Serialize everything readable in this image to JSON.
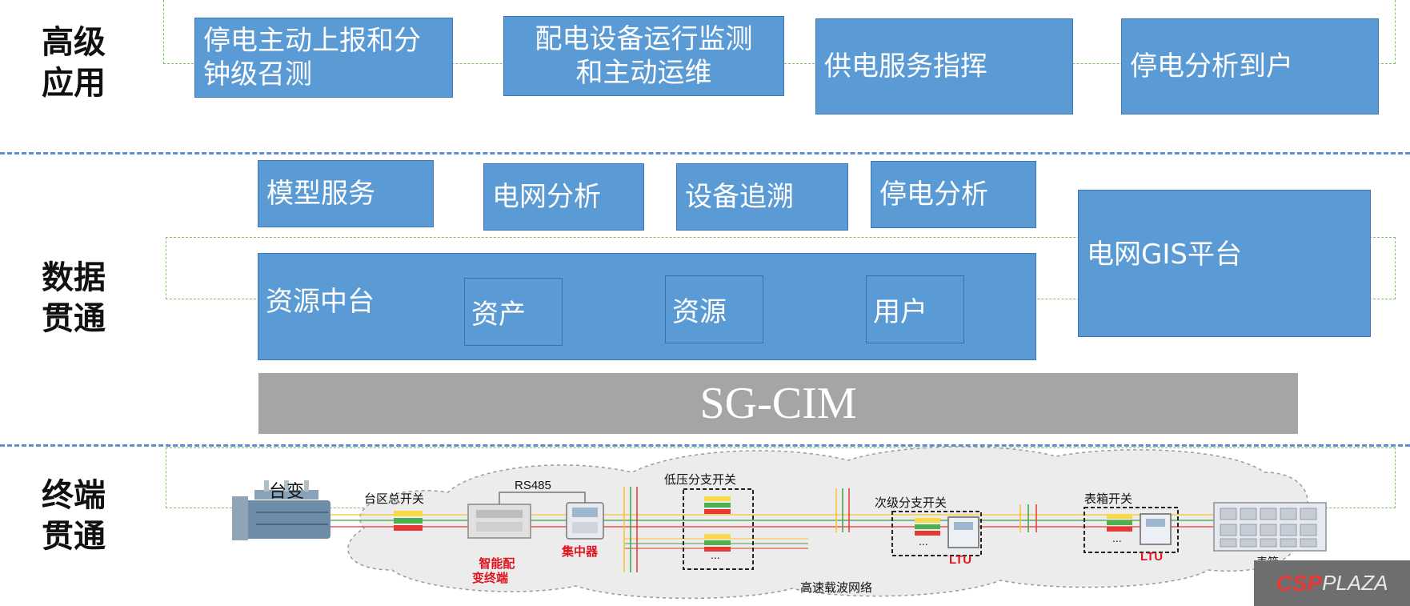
{
  "layers": {
    "advanced": "高级\n应用",
    "data": "数据\n贯通",
    "terminal": "终端\n贯通"
  },
  "advanced_apps": {
    "app1": "停电主动上报和分钟级召测",
    "app2": "配电设备运行监测和主动运维",
    "app3": "供电服务指挥",
    "app4": "停电分析到户"
  },
  "data_layer": {
    "svc1": "模型服务",
    "svc2": "电网分析",
    "svc3": "设备追溯",
    "svc4": "停电分析",
    "middle": "资源中台",
    "asset": "资产",
    "resource": "资源",
    "user": "用户",
    "gis": "电网GIS平台",
    "sgcim": "SG-CIM"
  },
  "terminal_layer": {
    "transformer": "台变",
    "main_switch": "台区总开关",
    "rs485": "RS485",
    "low_branch": "低压分支开关",
    "sub_branch": "次级分支开关",
    "meter_switch": "表箱开关",
    "smart_terminal": "智能配\n变终端",
    "concentrator": "集中器",
    "ltu1": "LTU",
    "ltu2": "LTU",
    "carrier": "高速载波网络",
    "meter_box": "表箱",
    "ellipsis1": "...",
    "ellipsis2": "...",
    "ellipsis3": "..."
  },
  "watermark": {
    "brand": "CSP",
    "suffix": "PLAZA"
  },
  "colors": {
    "box_fill": "#5b9bd5",
    "separator": "#5b8fcf",
    "sgcim_fill": "#a5a5a5",
    "accent_red": "#e0141e"
  }
}
